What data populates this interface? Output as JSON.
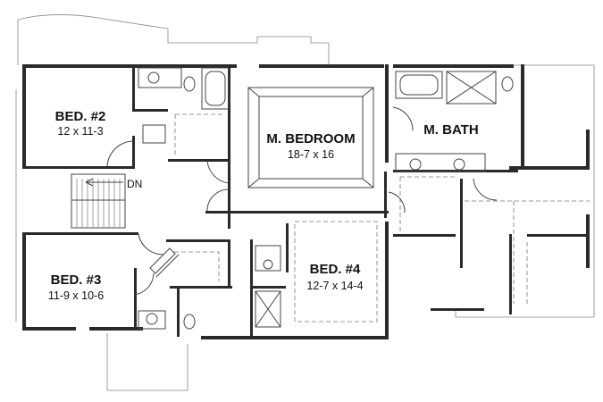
{
  "rooms": {
    "bed2": {
      "name": "BED. #2",
      "dims": "12 x 11-3"
    },
    "mbedroom": {
      "name": "M. BEDROOM",
      "dims": "18-7 x 16"
    },
    "mbath": {
      "name": "M. BATH",
      "dims": ""
    },
    "bed3": {
      "name": "BED. #3",
      "dims": "11-9 x 10-6"
    },
    "bed4": {
      "name": "BED. #4",
      "dims": "12-7 x 14-4"
    }
  },
  "stair": {
    "label": "DN"
  }
}
